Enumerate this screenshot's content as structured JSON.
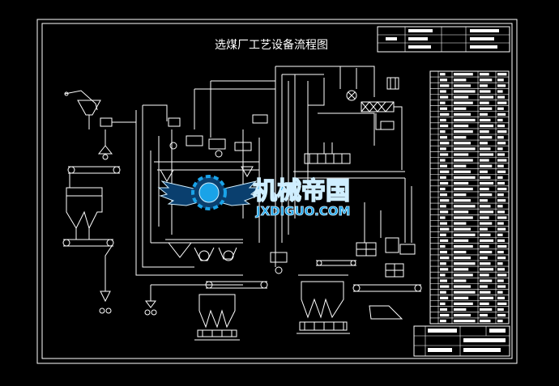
{
  "drawing": {
    "title": "选煤厂工艺设备流程图"
  },
  "watermark": {
    "text_cn": "机械帝国",
    "text_en": "JXDIGUO.COM"
  },
  "colors": {
    "background": "#000000",
    "lines": "#ffffff",
    "watermark_fill": "#1aa3e8",
    "watermark_dark": "#0a3f6e",
    "watermark_highlight": "#cfeeff"
  }
}
